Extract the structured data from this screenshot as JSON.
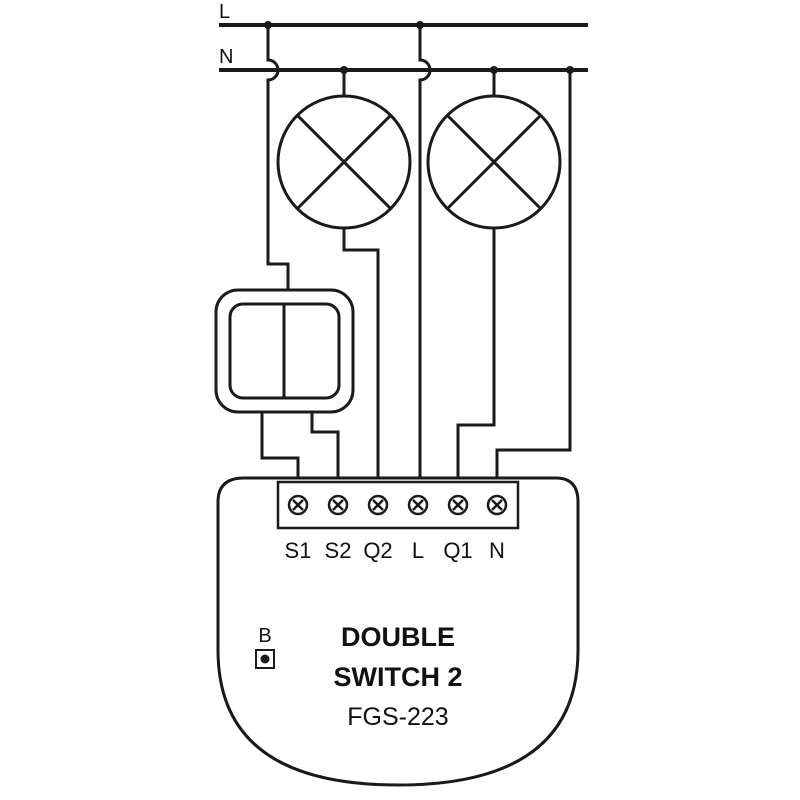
{
  "lines": {
    "live": "L",
    "neutral": "N"
  },
  "terminals": [
    "S1",
    "S2",
    "Q2",
    "L",
    "Q1",
    "N"
  ],
  "device": {
    "name_line1": "DOUBLE",
    "name_line2": "SWITCH 2",
    "model": "FGS-223",
    "button_label": "B"
  },
  "colors": {
    "line": "#1a1a1a",
    "background": "#ffffff"
  }
}
